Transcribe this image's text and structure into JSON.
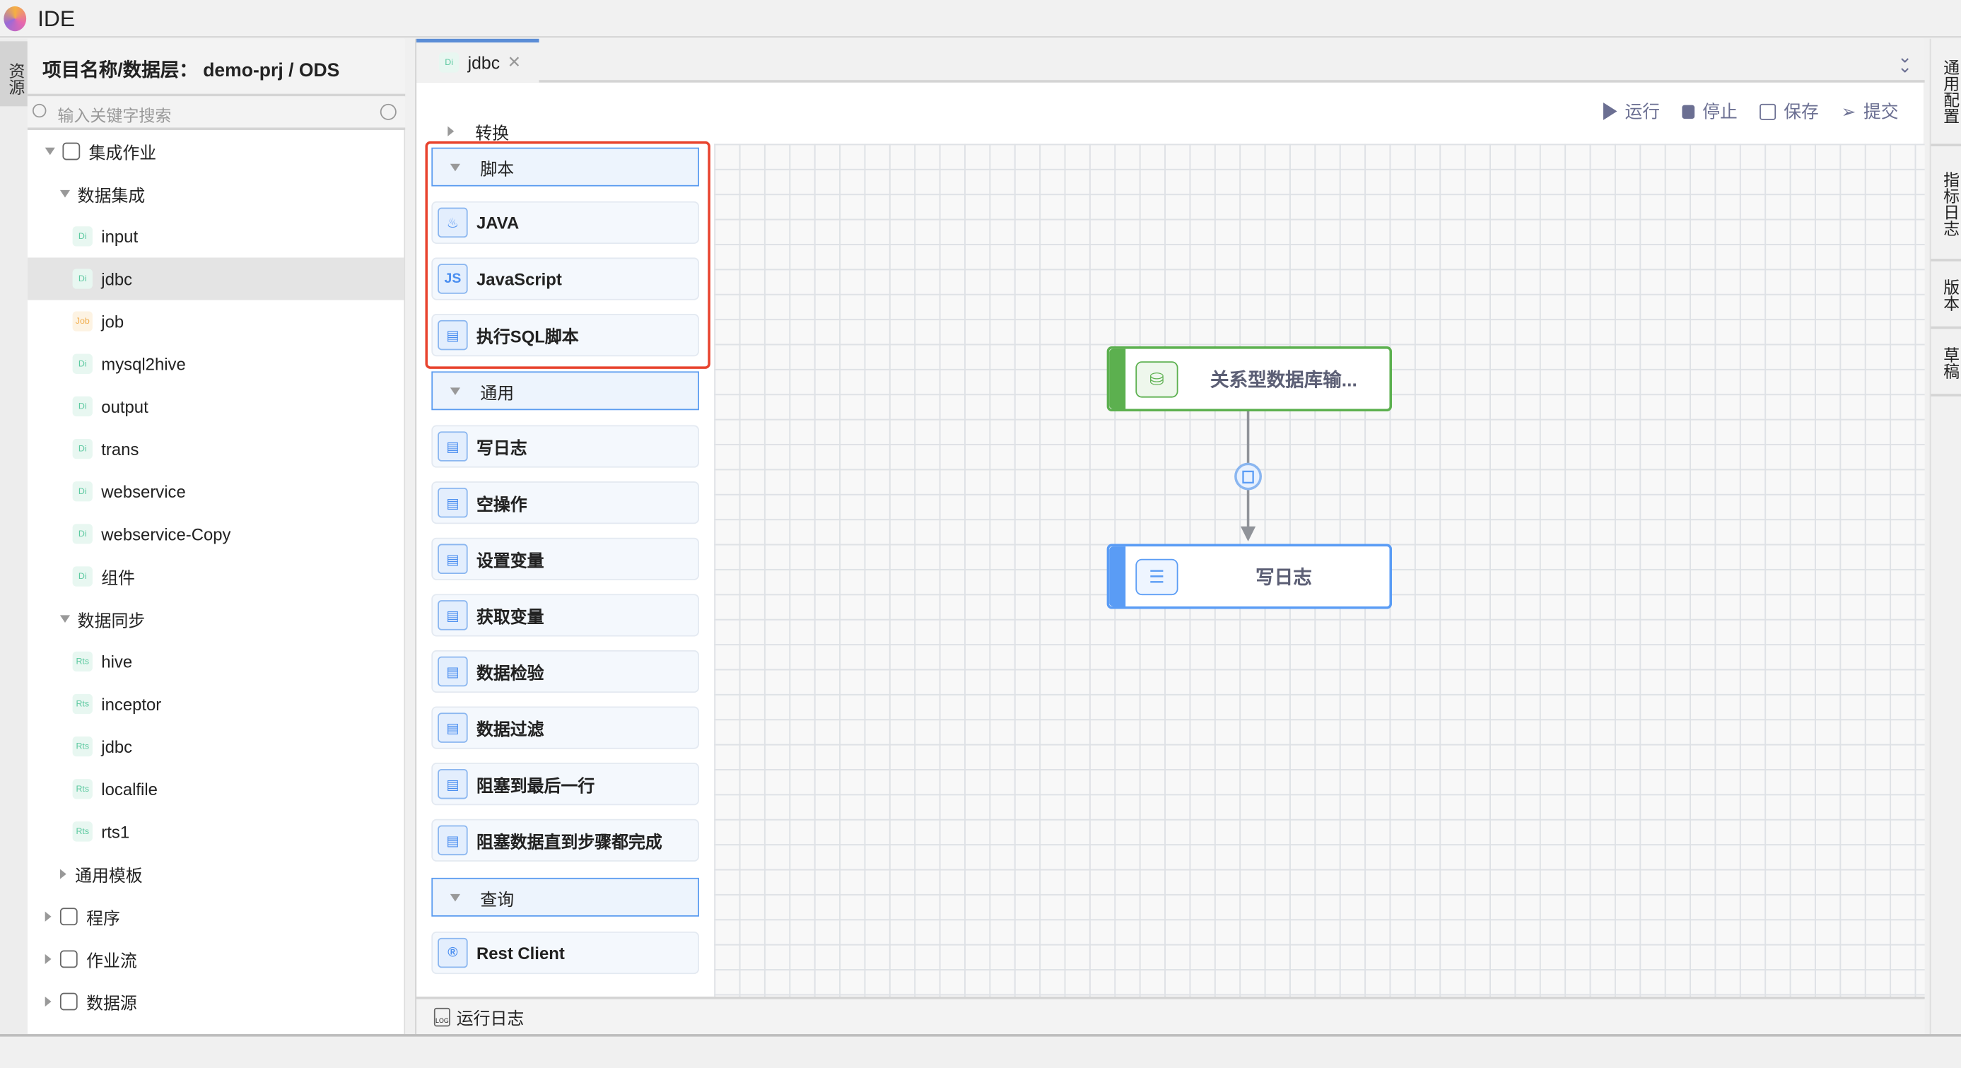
{
  "app": {
    "title": "IDE"
  },
  "left_strip": {
    "tab": "资源"
  },
  "left_panel": {
    "header": "项目名称/数据层：  demo-prj / ODS",
    "search_placeholder": "输入关键字搜索",
    "tree": [
      {
        "label": "集成作业",
        "level": 0,
        "expanded": true,
        "icon": "workflow-tree-icon"
      },
      {
        "label": "数据集成",
        "level": 1,
        "expanded": true
      },
      {
        "label": "input",
        "level": 2,
        "badge": "Di"
      },
      {
        "label": "jdbc",
        "level": 2,
        "badge": "Di",
        "selected": true
      },
      {
        "label": "job",
        "level": 2,
        "badge": "Job"
      },
      {
        "label": "mysql2hive",
        "level": 2,
        "badge": "Di"
      },
      {
        "label": "output",
        "level": 2,
        "badge": "Di"
      },
      {
        "label": "trans",
        "level": 2,
        "badge": "Di"
      },
      {
        "label": "webservice",
        "level": 2,
        "badge": "Di"
      },
      {
        "label": "webservice-Copy",
        "level": 2,
        "badge": "Di"
      },
      {
        "label": "组件",
        "level": 2,
        "badge": "Di"
      },
      {
        "label": "数据同步",
        "level": 1,
        "expanded": true
      },
      {
        "label": "hive",
        "level": 2,
        "badge": "Rts"
      },
      {
        "label": "inceptor",
        "level": 2,
        "badge": "Rts"
      },
      {
        "label": "jdbc",
        "level": 2,
        "badge": "Rts"
      },
      {
        "label": "localfile",
        "level": 2,
        "badge": "Rts"
      },
      {
        "label": "rts1",
        "level": 2,
        "badge": "Rts"
      },
      {
        "label": "通用模板",
        "level": 1,
        "expanded": false
      },
      {
        "label": "程序",
        "level": 0,
        "expanded": false,
        "icon": "gear-icon"
      },
      {
        "label": "作业流",
        "level": 0,
        "expanded": false,
        "icon": "flow-icon"
      },
      {
        "label": "数据源",
        "level": 0,
        "expanded": false,
        "icon": "datasource-icon"
      }
    ]
  },
  "editor": {
    "tab": {
      "label": "jdbc",
      "badge": "Di"
    },
    "toolbar": {
      "run": "运行",
      "stop": "停止",
      "save": "保存",
      "submit": "提交"
    },
    "palette": {
      "collapsed_group": "转换",
      "groups": [
        {
          "label": "脚本",
          "items": [
            {
              "label": "JAVA",
              "icon": "java-icon"
            },
            {
              "label": "JavaScript",
              "icon": "JS"
            },
            {
              "label": "执行SQL脚本",
              "icon": "sql-icon"
            }
          ]
        },
        {
          "label": "通用",
          "items": [
            {
              "label": "写日志",
              "icon": "log-icon"
            },
            {
              "label": "空操作",
              "icon": "empty-op-icon"
            },
            {
              "label": "设置变量",
              "icon": "set-var-icon"
            },
            {
              "label": "获取变量",
              "icon": "get-var-icon"
            },
            {
              "label": "数据检验",
              "icon": "validate-icon"
            },
            {
              "label": "数据过滤",
              "icon": "filter-icon"
            },
            {
              "label": "阻塞到最后一行",
              "icon": "hand-icon"
            },
            {
              "label": "阻塞数据直到步骤都完成",
              "icon": "hand-filled-icon"
            }
          ]
        },
        {
          "label": "查询",
          "items": [
            {
              "label": "Rest Client",
              "icon": "rest-icon"
            }
          ]
        }
      ]
    },
    "nodes": [
      {
        "label": "关系型数据库输...",
        "color": "#5cb04f",
        "icon": "database-input-icon"
      },
      {
        "label": "写日志",
        "color": "#5a9cf5",
        "icon": "log-icon"
      }
    ],
    "bottom_tab": "运行日志"
  },
  "right_strip": {
    "tabs": [
      "通用配置",
      "指标日志",
      "版本",
      "草稿"
    ]
  },
  "colors": {
    "accent": "#5b9cf0",
    "highlight": "#e8432e",
    "node_green": "#5cb04f",
    "node_blue": "#5a9cf5"
  }
}
